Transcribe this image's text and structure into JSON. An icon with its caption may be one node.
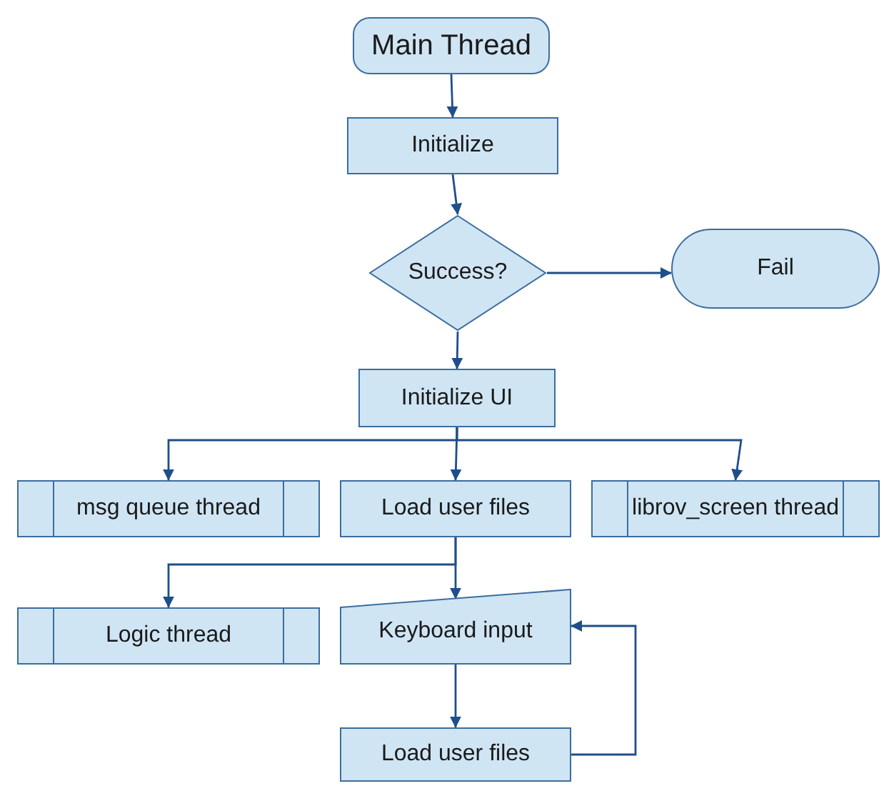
{
  "diagram": {
    "nodes": [
      {
        "text": [
          "Main Thread"
        ]
      },
      {
        "text": [
          "Initialize"
        ]
      },
      {
        "text": [
          "Success?"
        ]
      },
      {
        "text": [
          "Fail"
        ]
      },
      {
        "text": [
          "Initialize UI"
        ]
      },
      {
        "text": [
          "msg queue thread"
        ]
      },
      {
        "text": [
          "Load user files"
        ]
      },
      {
        "text": [
          "librov_screen thread"
        ]
      },
      {
        "text": [
          "Logic thread"
        ]
      },
      {
        "text": [
          "Keyboard input"
        ]
      },
      {
        "text": [
          "Load user files"
        ]
      }
    ],
    "edges": [
      {
        "from": 0,
        "to": 1,
        "arrow": "to"
      },
      {
        "from": 1,
        "to": 2,
        "arrow": "to"
      },
      {
        "from": 2,
        "to": 3,
        "arrow": "to"
      },
      {
        "from": 2,
        "to": 4,
        "arrow": "to"
      },
      {
        "from": 4,
        "to": 5,
        "arrow": "to"
      },
      {
        "from": 4,
        "to": 6,
        "arrow": "to"
      },
      {
        "from": 4,
        "to": 7,
        "arrow": "to"
      },
      {
        "from": 6,
        "to": 8,
        "arrow": "to"
      },
      {
        "from": 6,
        "to": 9,
        "arrow": "to"
      },
      {
        "from": 9,
        "to": 10,
        "arrow": "to"
      },
      {
        "from": 10,
        "to": 9,
        "arrow": "to"
      }
    ]
  }
}
